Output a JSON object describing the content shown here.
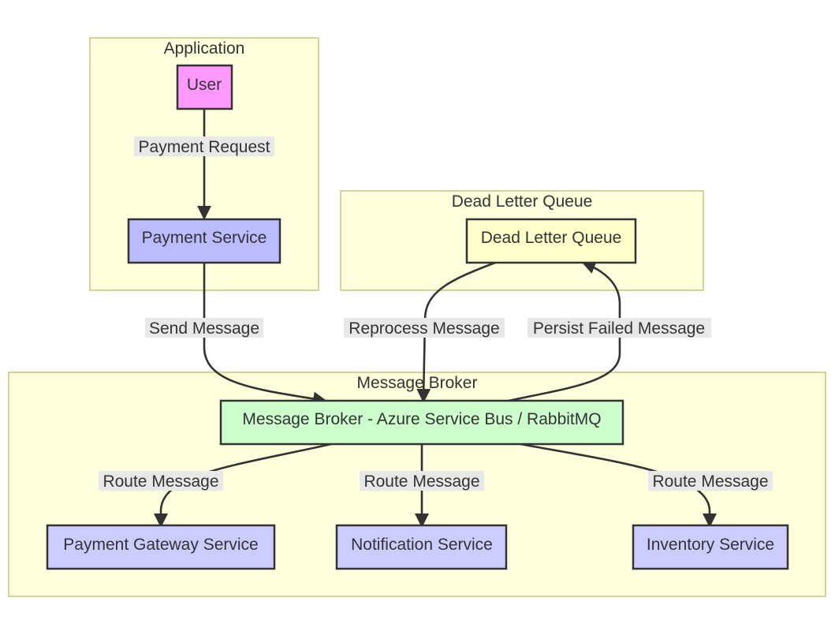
{
  "clusters": {
    "application": "Application",
    "dlq": "Dead Letter Queue",
    "broker": "Message Broker"
  },
  "nodes": {
    "user": "User",
    "payment_service": "Payment Service",
    "dlq": "Dead Letter Queue",
    "broker": "Message Broker - Azure Service Bus / RabbitMQ",
    "gateway": "Payment Gateway Service",
    "notification": "Notification Service",
    "inventory": "Inventory Service"
  },
  "edges": {
    "payment_request": "Payment Request",
    "send_message": "Send Message",
    "reprocess_message": "Reprocess Message",
    "persist_failed": "Persist Failed Message",
    "route_gateway": "Route Message",
    "route_notification": "Route Message",
    "route_inventory": "Route Message"
  },
  "colors": {
    "user": "#ff99ff",
    "service": "#bbbbff",
    "downstream": "#ccccff",
    "broker": "#ccffcc",
    "dlq": "#ffffcc",
    "cluster_fill": "#ffffde",
    "cluster_stroke": "#b8b860"
  }
}
